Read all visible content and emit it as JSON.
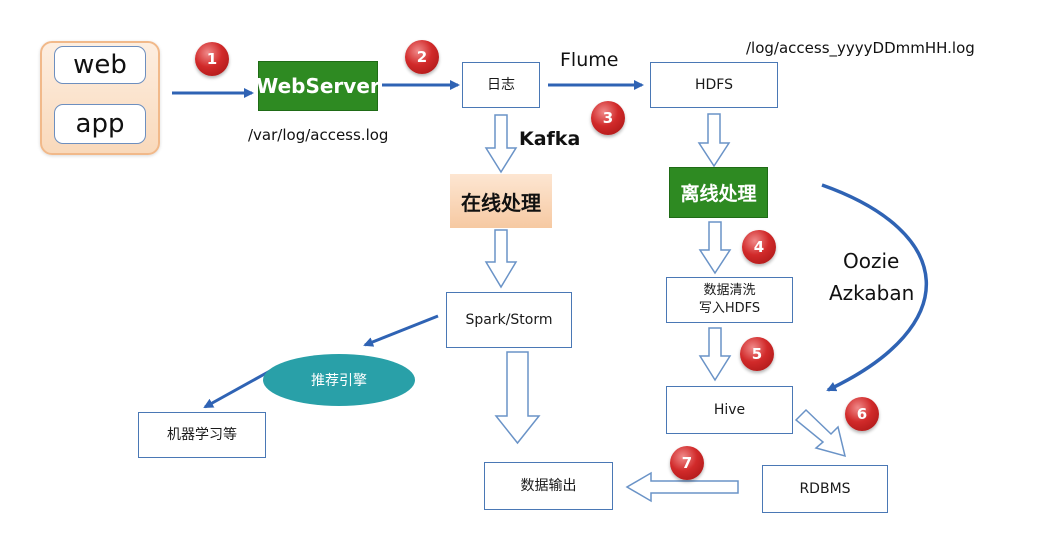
{
  "clients": {
    "web": "web",
    "app": "app"
  },
  "webserver": {
    "label": "WebServer",
    "log_path": "/var/log/access.log"
  },
  "log_box": "日志",
  "flume": "Flume",
  "kafka": "Kafka",
  "hdfs": {
    "label": "HDFS",
    "path": "/log/access_yyyyDDmmHH.log"
  },
  "online": "在线处理",
  "offline": "离线处理",
  "spark": "Spark/Storm",
  "recommend": "推荐引擎",
  "ml": "机器学习等",
  "clean": {
    "line1": "数据清洗",
    "line2": "写入HDFS"
  },
  "hive": "Hive",
  "rdbms": "RDBMS",
  "output": "数据输出",
  "scheduler": {
    "line1": "Oozie",
    "line2": "Azkaban"
  },
  "steps": [
    "1",
    "2",
    "3",
    "4",
    "5",
    "6",
    "7"
  ],
  "colors": {
    "arrow_blue": "#2f63b4",
    "node_border": "#4a78b5",
    "green": "#2e8a22",
    "teal": "#29a0a8",
    "badge_red": "#c62222"
  }
}
